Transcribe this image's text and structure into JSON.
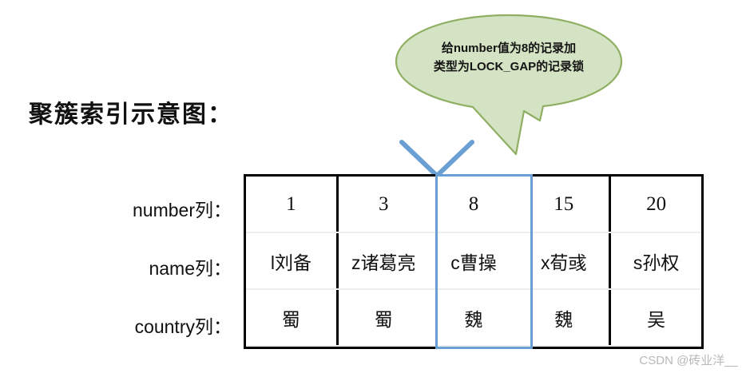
{
  "title": "聚簇索引示意图：",
  "callout": {
    "text": "给number值为8的记录加\n类型为LOCK_GAP的记录锁",
    "fill_color": "#d4e3c3",
    "border_color": "#8faf63"
  },
  "pointer": {
    "color": "#6a9fd4",
    "shape": "down-caret"
  },
  "table": {
    "border_color": "#000000",
    "row_separator_color": "#eceff1",
    "highlight_color": "#6a9fd4",
    "highlighted_column_index": 2,
    "row_labels": [
      "number列：",
      "name列：",
      "country列："
    ],
    "rows": [
      [
        "1",
        "3",
        "8",
        "15",
        "20"
      ],
      [
        "l刘备",
        "z诸葛亮",
        "c曹操",
        "x荀彧",
        "s孙权"
      ],
      [
        "蜀",
        "蜀",
        "魏",
        "魏",
        "吴"
      ]
    ]
  },
  "watermark": "CSDN @砖业洋__"
}
